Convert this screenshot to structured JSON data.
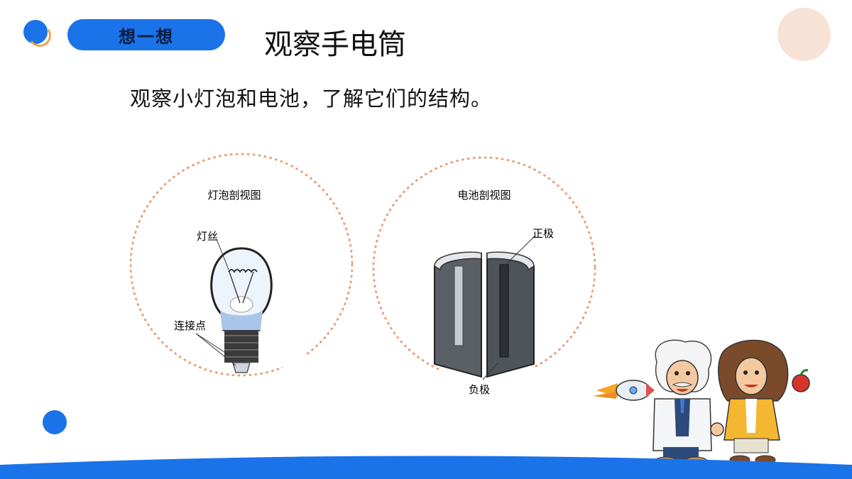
{
  "header": {
    "badge_label": "想一想",
    "title": "观察手电筒"
  },
  "instruction": "观察小灯泡和电池，了解它们的结构。",
  "bulb_diagram": {
    "caption": "灯泡剖视图",
    "filament_label": "灯丝",
    "contact_label": "连接点"
  },
  "battery_diagram": {
    "caption": "电池剖视图",
    "positive_label": "正极",
    "negative_label": "负极"
  },
  "colors": {
    "accent_blue": "#1a73e8",
    "accent_orange": "#f0a04b",
    "dotted_circle": "#e9a07a",
    "peach": "#f7e2d6"
  }
}
